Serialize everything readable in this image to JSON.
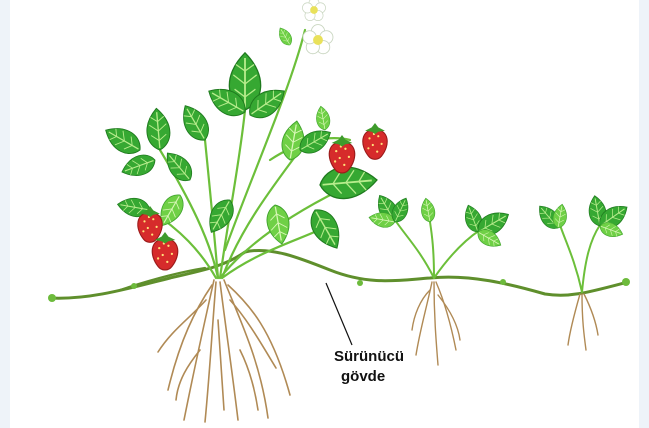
{
  "figure": {
    "label_line1": "Sürünücü",
    "label_line2": "gövde",
    "colors": {
      "leaf_dark": "#2e9a2a",
      "leaf_light": "#7ed957",
      "stem": "#5f8f2c",
      "root": "#b08a55",
      "berry": "#d62b2b"
    },
    "icons": [
      "strawberry-plant",
      "flower",
      "strawberry",
      "root"
    ]
  }
}
